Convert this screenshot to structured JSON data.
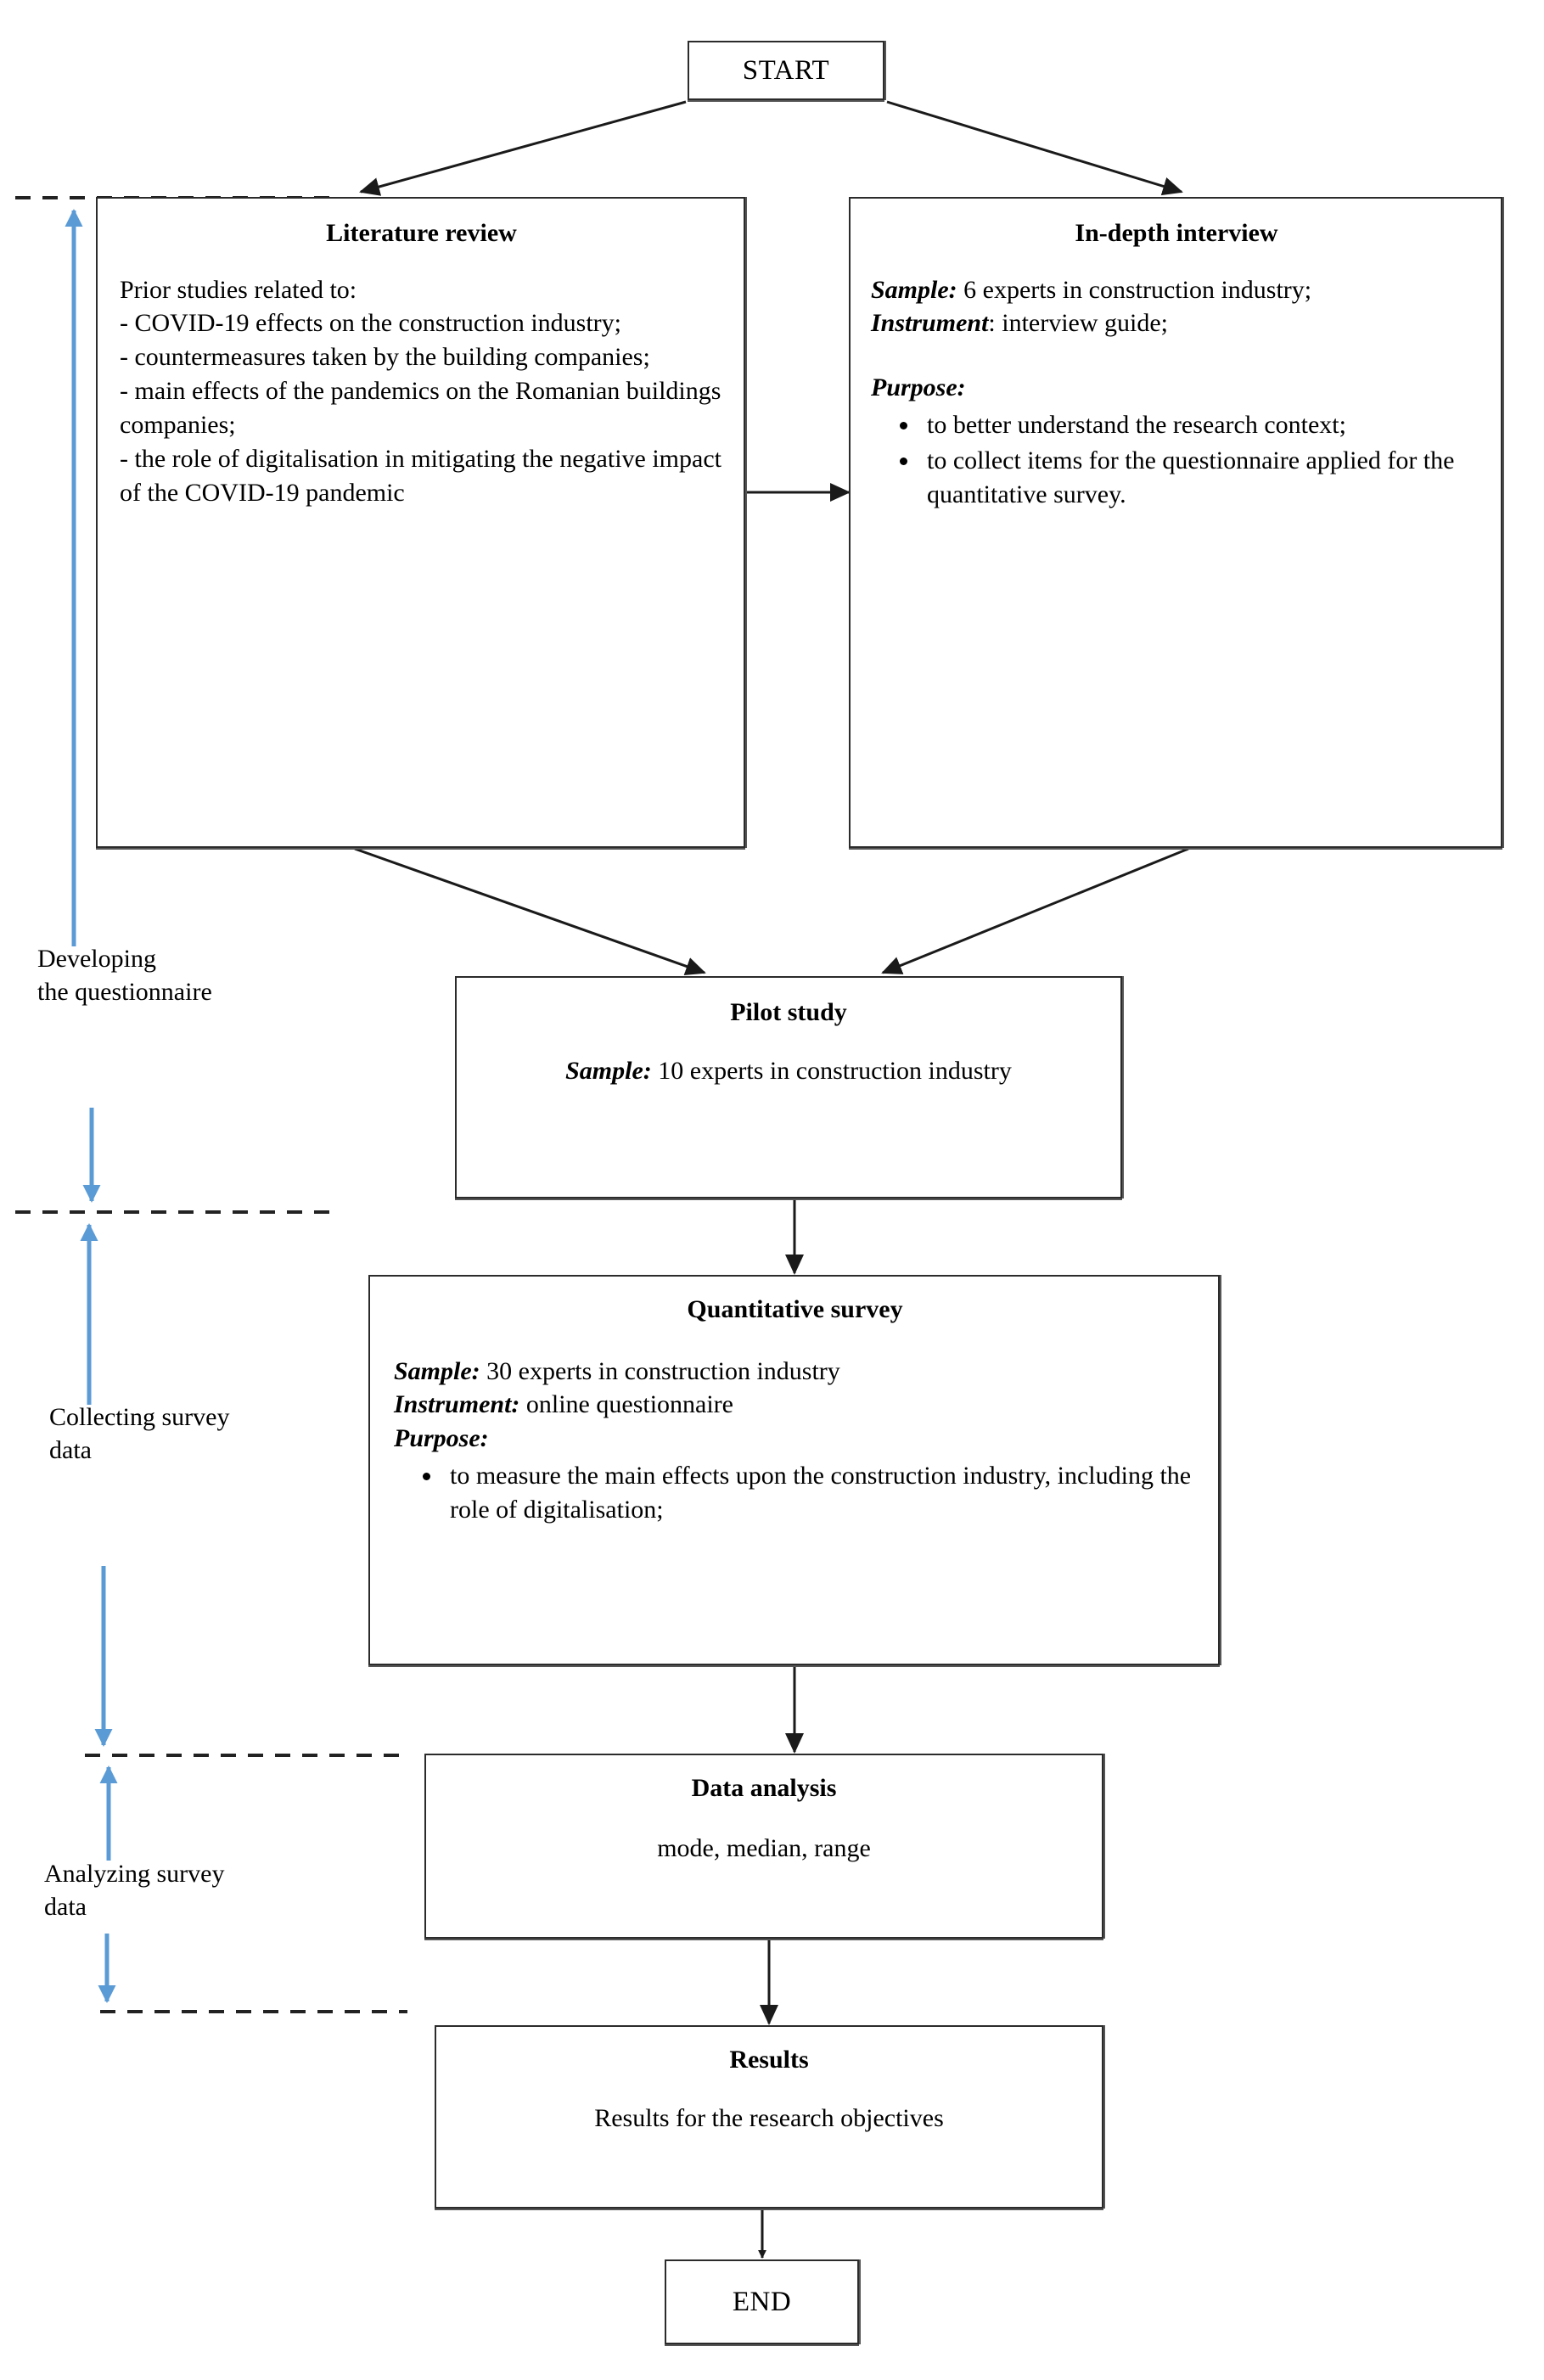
{
  "diagram": {
    "title": "Research methodology flowchart",
    "accent_blue": "#5B9BD5",
    "line_color": "#2b2b2b"
  },
  "nodes": {
    "start": {
      "label": "START"
    },
    "literature_review": {
      "title": "Literature review",
      "lead": "Prior studies related to:",
      "items": [
        "- COVID-19 effects on the construction industry;",
        "- countermeasures taken by the building companies;",
        "- main effects of the pandemics on the Romanian buildings companies;",
        "- the role of digitalisation in mitigating the negative impact of the COVID-19 pandemic"
      ]
    },
    "in_depth_interview": {
      "title": "In-depth interview",
      "sample_label": "Sample:",
      "sample_value": " 6 experts in construction industry;",
      "instrument_label": "Instrument",
      "instrument_value": ": interview guide;",
      "purpose_label": "Purpose:",
      "purpose_items": [
        "to better understand the research context;",
        "to collect items for the questionnaire applied for the quantitative survey."
      ]
    },
    "pilot_study": {
      "title": "Pilot study",
      "sample_label": "Sample:",
      "sample_value": " 10 experts in construction industry"
    },
    "quantitative_survey": {
      "title": "Quantitative survey",
      "sample_label": "Sample:",
      "sample_value": " 30 experts in construction industry",
      "instrument_label": "Instrument:",
      "instrument_value": " online questionnaire",
      "purpose_label": "Purpose:",
      "purpose_items": [
        "to measure the main effects upon the construction industry, including the role of digitalisation;"
      ]
    },
    "data_analysis": {
      "title": "Data analysis",
      "body": "mode, median, range"
    },
    "results": {
      "title": "Results",
      "body": "Results for the research objectives"
    },
    "end": {
      "label": "END"
    }
  },
  "stages": [
    {
      "line1": "Developing",
      "line2": "the questionnaire"
    },
    {
      "line1": "Collecting survey",
      "line2": "data"
    },
    {
      "line1": "Analyzing survey",
      "line2": "data"
    }
  ]
}
